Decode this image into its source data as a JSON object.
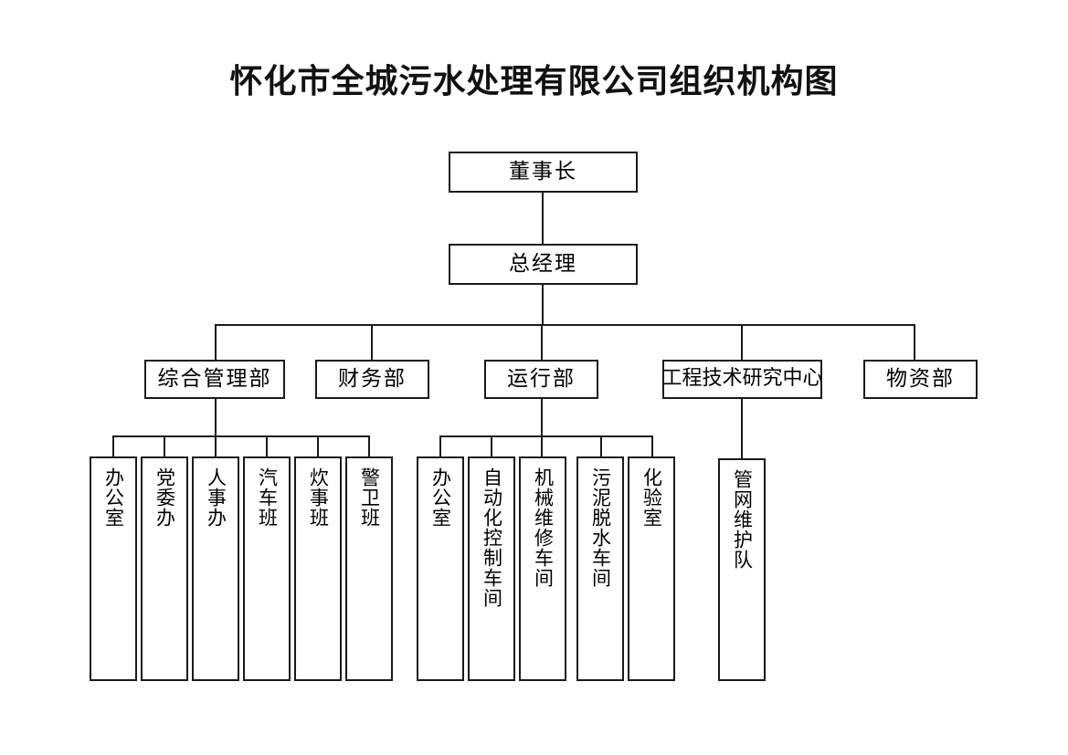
{
  "chart_data": {
    "type": "diagram",
    "diagram_kind": "organization-chart",
    "title": "怀化市全城污水处理有限公司组织机构图",
    "orientation": "top-down",
    "levels": [
      {
        "level": 1,
        "nodes": [
          "董事长"
        ]
      },
      {
        "level": 2,
        "nodes": [
          "总经理"
        ]
      },
      {
        "level": 3,
        "nodes": [
          "综合管理部",
          "财务部",
          "运行部",
          "工程技术研究中心",
          "物资部"
        ]
      },
      {
        "level": 4,
        "nodes": [
          "办公室",
          "党委办",
          "人事办",
          "汽车班",
          "炊事班",
          "警卫班",
          "办公室",
          "自动化控制车间",
          "机械维修车间",
          "污泥脱水车间",
          "化验室",
          "管网维护队"
        ]
      }
    ],
    "edges": [
      {
        "from": "董事长",
        "to": "总经理"
      },
      {
        "from": "总经理",
        "to": "综合管理部"
      },
      {
        "from": "总经理",
        "to": "财务部"
      },
      {
        "from": "总经理",
        "to": "运行部"
      },
      {
        "from": "总经理",
        "to": "工程技术研究中心"
      },
      {
        "from": "总经理",
        "to": "物资部"
      },
      {
        "from": "综合管理部",
        "to": "办公室"
      },
      {
        "from": "综合管理部",
        "to": "党委办"
      },
      {
        "from": "综合管理部",
        "to": "人事办"
      },
      {
        "from": "综合管理部",
        "to": "汽车班"
      },
      {
        "from": "综合管理部",
        "to": "炊事班"
      },
      {
        "from": "综合管理部",
        "to": "警卫班"
      },
      {
        "from": "运行部",
        "to": "办公室"
      },
      {
        "from": "运行部",
        "to": "自动化控制车间"
      },
      {
        "from": "运行部",
        "to": "机械维修车间"
      },
      {
        "from": "运行部",
        "to": "污泥脱水车间"
      },
      {
        "from": "运行部",
        "to": "化验室"
      },
      {
        "from": "工程技术研究中心",
        "to": "管网维护队"
      }
    ],
    "colors": {
      "line": "#1a1a1a",
      "box_fill": "#ffffff",
      "text": "#000000",
      "background": "#ffffff"
    }
  },
  "header": {
    "title": "怀化市全城污水处理有限公司组织机构图"
  },
  "top": {
    "chairman": "董事长",
    "general_manager": "总经理"
  },
  "departments": [
    {
      "label": "综合管理部"
    },
    {
      "label": "财务部"
    },
    {
      "label": "运行部"
    },
    {
      "label": "工程技术研究中心"
    },
    {
      "label": "物资部"
    }
  ],
  "admin_units": [
    {
      "label": "办公室"
    },
    {
      "label": "党委办"
    },
    {
      "label": "人事办"
    },
    {
      "label": "汽车班"
    },
    {
      "label": "炊事班"
    },
    {
      "label": "警卫班"
    }
  ],
  "operation_units": [
    {
      "label": "办公室"
    },
    {
      "label": "自动化控制车间"
    },
    {
      "label": "机械维修车间"
    },
    {
      "label": "污泥脱水车间"
    },
    {
      "label": "化验室"
    }
  ],
  "engineering_units": [
    {
      "label": "管网维护队"
    }
  ]
}
